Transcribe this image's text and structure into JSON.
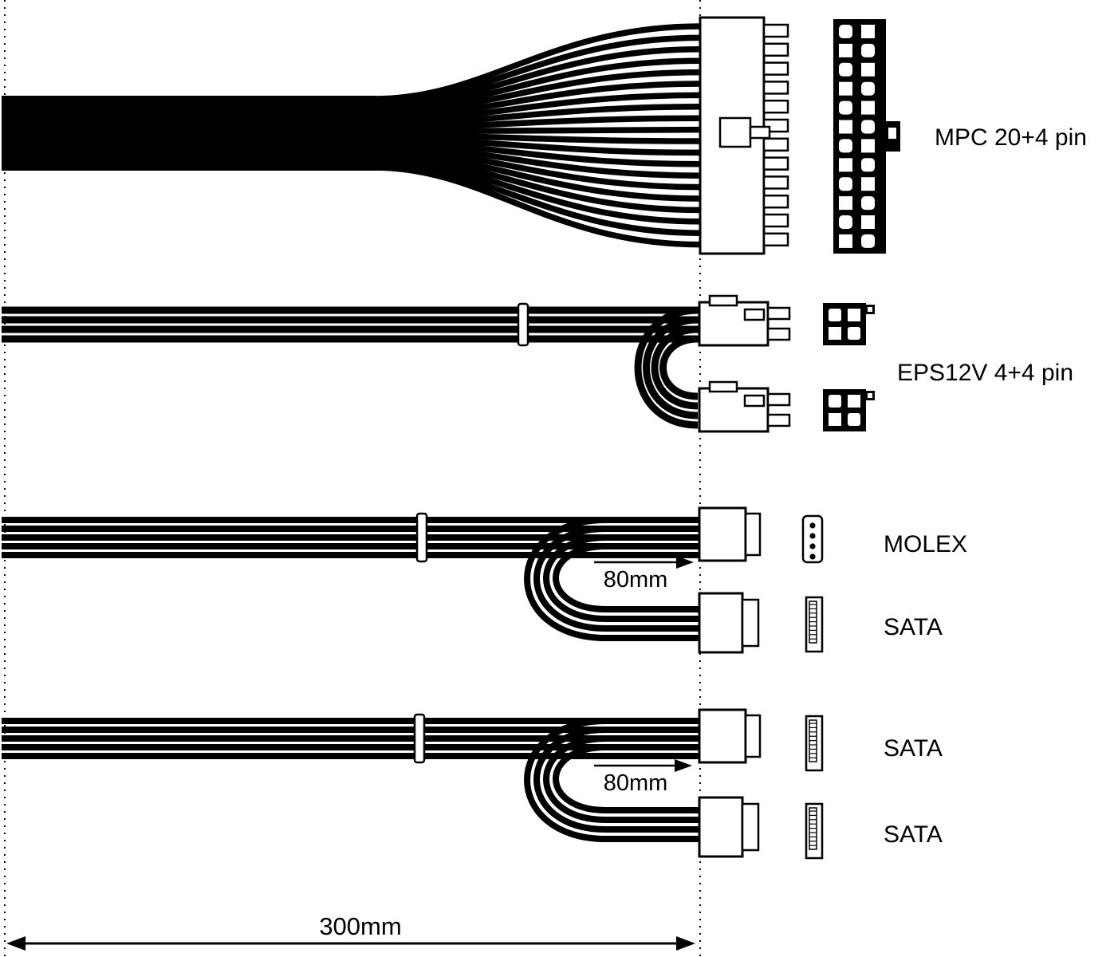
{
  "connectors": {
    "mpc": {
      "label": "MPC 20+4 pin"
    },
    "eps": {
      "label": "EPS12V 4+4 pin"
    },
    "molex": {
      "label": "MOLEX"
    },
    "sata_1": {
      "label": "SATA"
    },
    "sata_2": {
      "label": "SATA"
    },
    "sata_3": {
      "label": "SATA"
    }
  },
  "dimensions": {
    "loop_1": "80mm",
    "loop_2": "80mm",
    "total": "300mm"
  },
  "colors": {
    "ink": "#000000",
    "background": "#ffffff"
  }
}
